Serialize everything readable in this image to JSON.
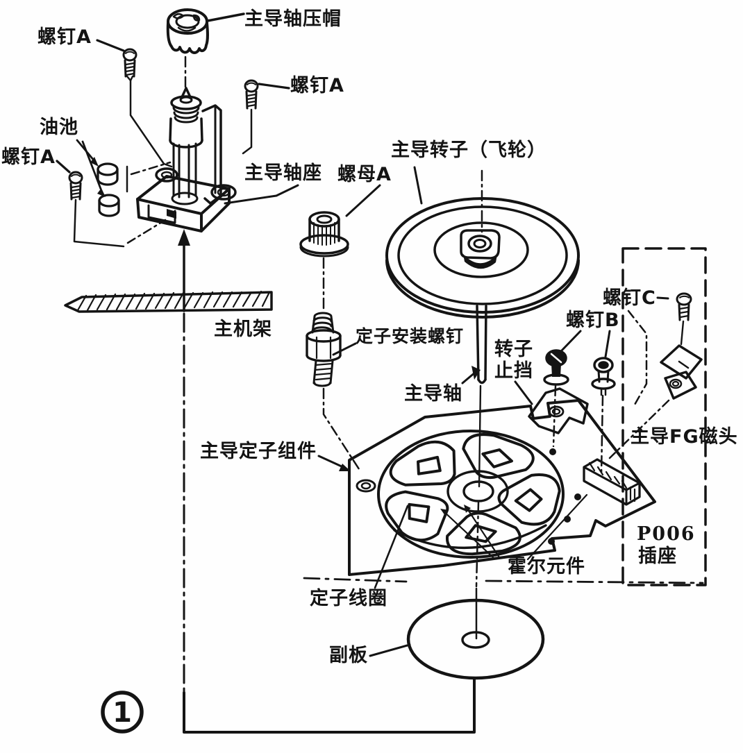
{
  "figure": {
    "type": "exploded-assembly-diagram",
    "figure_number": "1",
    "colors": {
      "ink": "#141414",
      "paper": "#fefefe"
    },
    "labels": [
      {
        "id": "screw-a-top-left",
        "text": "螺钉A"
      },
      {
        "id": "capstan-shaft-cap",
        "text": "主导轴压帽"
      },
      {
        "id": "screw-a-right",
        "text": "螺钉A"
      },
      {
        "id": "oil-pool",
        "text": "油池"
      },
      {
        "id": "screw-a-bottom-left",
        "text": "螺钉A"
      },
      {
        "id": "capstan-shaft-seat",
        "text": "主导轴座"
      },
      {
        "id": "nut-a",
        "text": "螺母A"
      },
      {
        "id": "capstan-rotor-flywheel",
        "text": "主导转子（飞轮）"
      },
      {
        "id": "main-chassis",
        "text": "主机架"
      },
      {
        "id": "stator-mounting-screw",
        "text": "定子安装螺钉"
      },
      {
        "id": "capstan-shaft",
        "text": "主导轴"
      },
      {
        "id": "rotor-stop-line-1",
        "text": "转子"
      },
      {
        "id": "rotor-stop-line-2",
        "text": "止挡"
      },
      {
        "id": "screw-b",
        "text": "螺钉B"
      },
      {
        "id": "screw-c",
        "text": "螺钉C"
      },
      {
        "id": "capstan-fg-head",
        "text": "主导FG磁头"
      },
      {
        "id": "capstan-stator-assembly",
        "text": "主导定子组件"
      },
      {
        "id": "p006-socket-line-1",
        "text": "P006"
      },
      {
        "id": "p006-socket-line-2",
        "text": "插座"
      },
      {
        "id": "hall-element",
        "text": "霍尔元件"
      },
      {
        "id": "stator-coil",
        "text": "定子线圈"
      },
      {
        "id": "sub-board",
        "text": "副板"
      }
    ]
  }
}
